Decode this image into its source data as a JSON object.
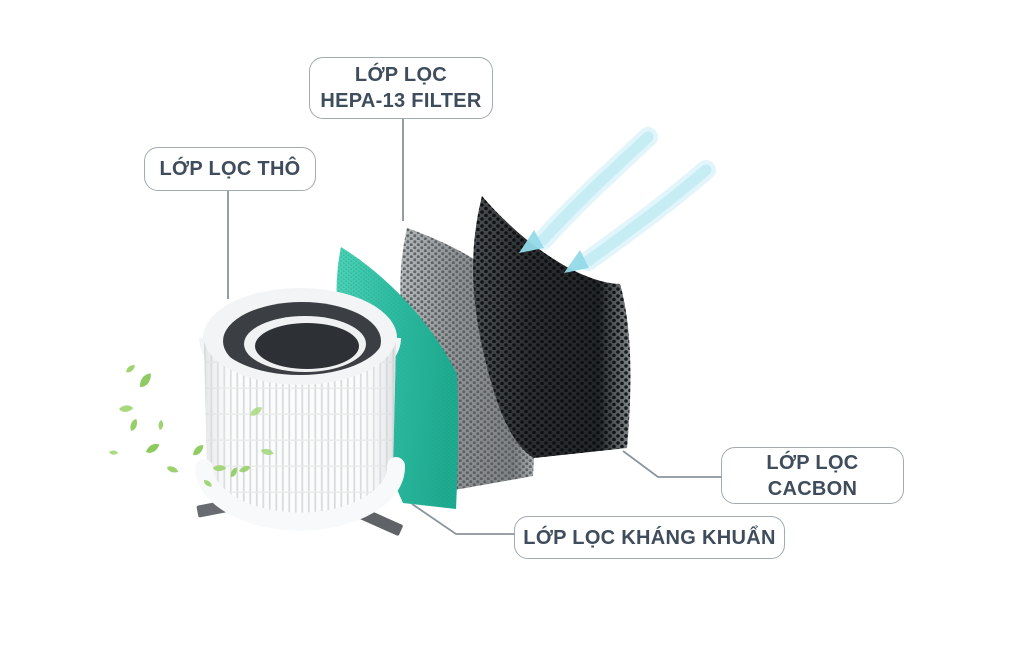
{
  "diagram_title": "air-purifier-filter-layers",
  "labels": {
    "coarse": {
      "text": "LỚP LỌC THÔ"
    },
    "hepa": {
      "line1": "LỚP LỌC",
      "line2": "HEPA-13 FILTER"
    },
    "carbon": {
      "line1": "LỚP LỌC",
      "line2": "CACBON"
    },
    "antibacterial": {
      "text": "LỚP LỌC KHÁNG KHUẨN"
    }
  },
  "decorations": {
    "airflow": "two light-blue curved arrows entering carbon layer from top right",
    "leaves": "green leaves floating out of coarse filter on left"
  },
  "colors": {
    "label_text": "#3e4c5c",
    "label_border": "#a2aab2",
    "teal_layer": "#2cbaa0",
    "gray_layer": "#8f9294",
    "carbon_layer": "#2b2e31",
    "arrow_blue": "#c3ebf4",
    "leaf_green": "#98cf6a",
    "background": "#ffffff"
  }
}
